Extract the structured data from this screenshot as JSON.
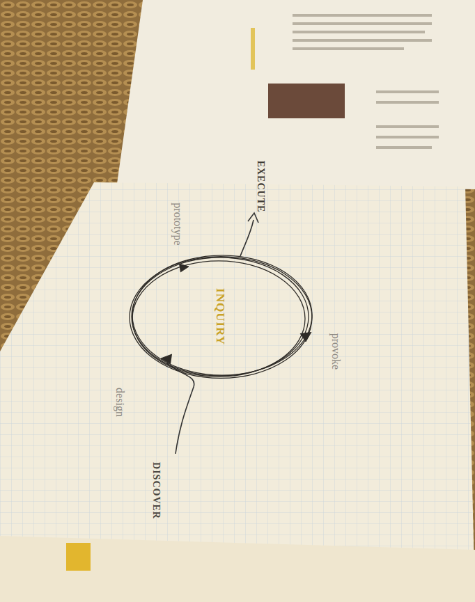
{
  "diagram": {
    "nodes": [
      {
        "text": [
          "INQUIRY"
        ]
      }
    ],
    "labels": [
      "EXECUTE",
      "prototype",
      "provoke",
      "design",
      "DISCOVER"
    ]
  }
}
